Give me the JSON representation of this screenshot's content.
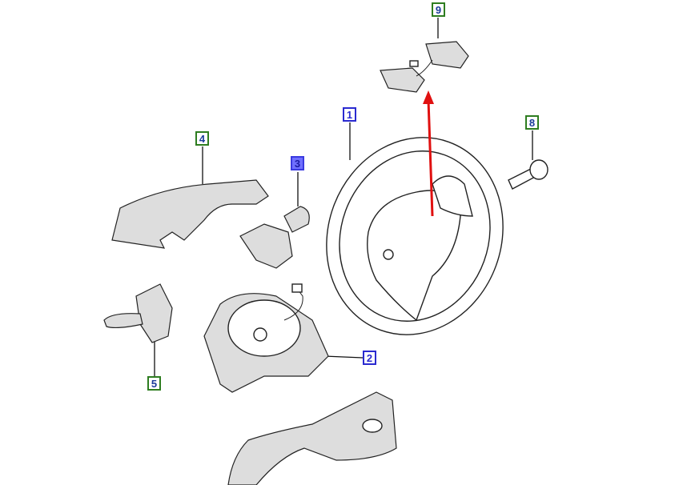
{
  "callouts": [
    {
      "id": "1",
      "part": "steering-wheel",
      "style": "blue"
    },
    {
      "id": "2",
      "part": "clockspring",
      "style": "blue"
    },
    {
      "id": "3",
      "part": "right-stalk-switch",
      "style": "selected"
    },
    {
      "id": "4",
      "part": "upper-column-shroud",
      "style": "green"
    },
    {
      "id": "5",
      "part": "left-stalk-switch",
      "style": "green"
    },
    {
      "id": "8",
      "part": "bolt",
      "style": "green"
    },
    {
      "id": "9",
      "part": "steering-wheel-switches",
      "style": "green"
    }
  ],
  "colors": {
    "blue": "#2a2ad0",
    "green": "#2e7d20",
    "selected": "#7070ff",
    "arrow": "#e01010"
  }
}
